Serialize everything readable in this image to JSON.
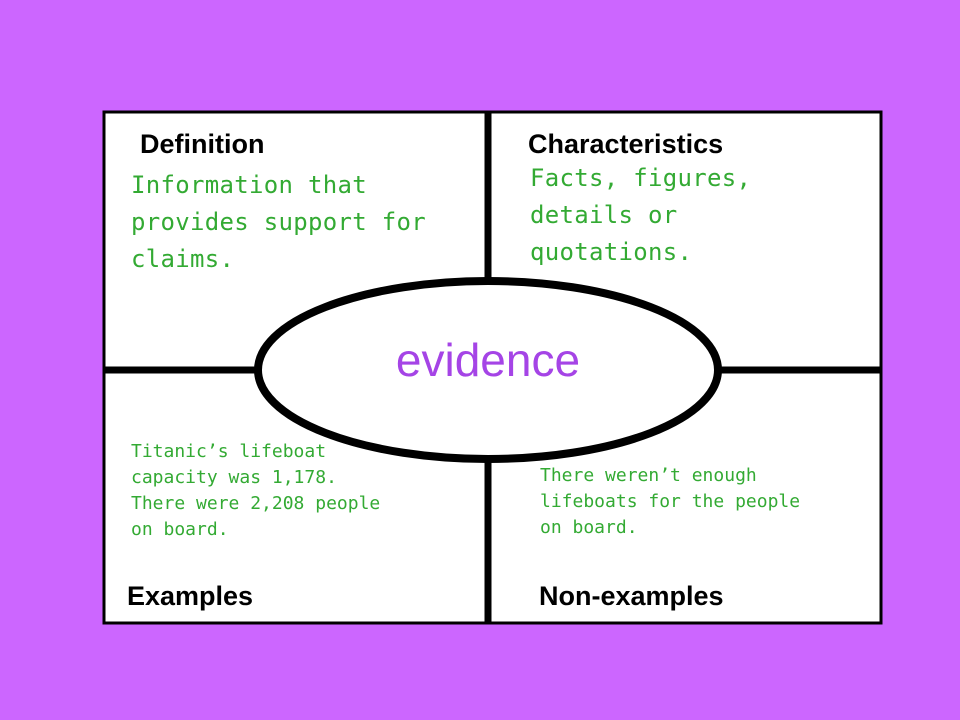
{
  "colors": {
    "background": "#cc66ff",
    "border": "#000000",
    "label_text": "#000000",
    "body_text": "#33aa33",
    "center_word": "#a544e6"
  },
  "center": {
    "word": "evidence"
  },
  "quadrants": {
    "definition": {
      "label": "Definition",
      "text": "Information that\nprovides support for\nclaims."
    },
    "characteristics": {
      "label": "Characteristics",
      "text": "Facts, figures,\ndetails or\nquotations."
    },
    "examples": {
      "label": "Examples",
      "text": "Titanic’s lifeboat\ncapacity was 1,178.\nThere were 2,208 people\non board."
    },
    "non_examples": {
      "label": "Non-examples",
      "text": "There weren’t enough\nlifeboats for the people\non board."
    }
  }
}
